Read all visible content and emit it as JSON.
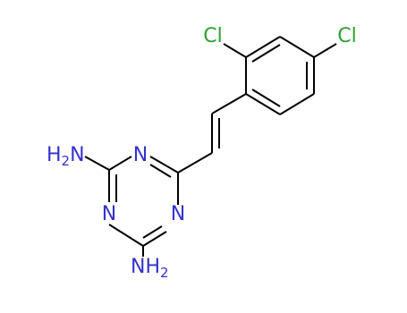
{
  "molecule": {
    "colors": {
      "bond": "#000000",
      "nitrogen": "#3333cc",
      "chlorine": "#2ca02c"
    },
    "atoms": {
      "cl_left": "Cl",
      "cl_right": "Cl",
      "n_ring_top": "N",
      "n_ring_bottom_left": "N",
      "n_ring_bottom_right": "N",
      "amine_top": {
        "main": "H",
        "sub": "2",
        "tail": "N"
      },
      "amine_bottom": {
        "main": "NH",
        "sub": "2"
      }
    }
  }
}
